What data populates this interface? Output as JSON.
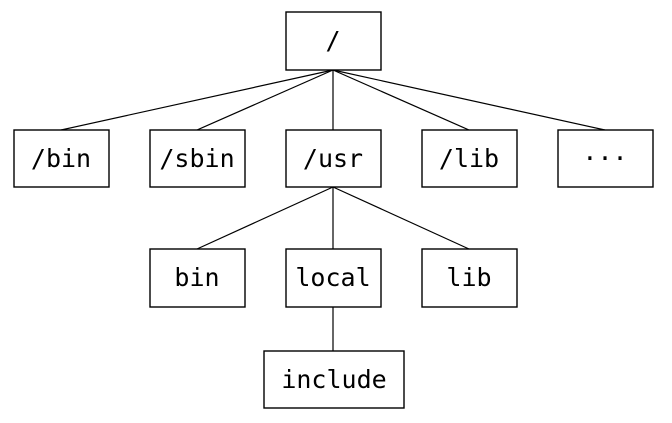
{
  "tree": {
    "root": {
      "label": "/"
    },
    "top_level": [
      {
        "label": "/bin"
      },
      {
        "label": "/sbin"
      },
      {
        "label": "/usr"
      },
      {
        "label": "/lib"
      },
      {
        "label": "···"
      }
    ],
    "usr_children": [
      {
        "label": "bin"
      },
      {
        "label": "local"
      },
      {
        "label": "lib"
      }
    ],
    "local_children": [
      {
        "label": "include"
      }
    ]
  }
}
